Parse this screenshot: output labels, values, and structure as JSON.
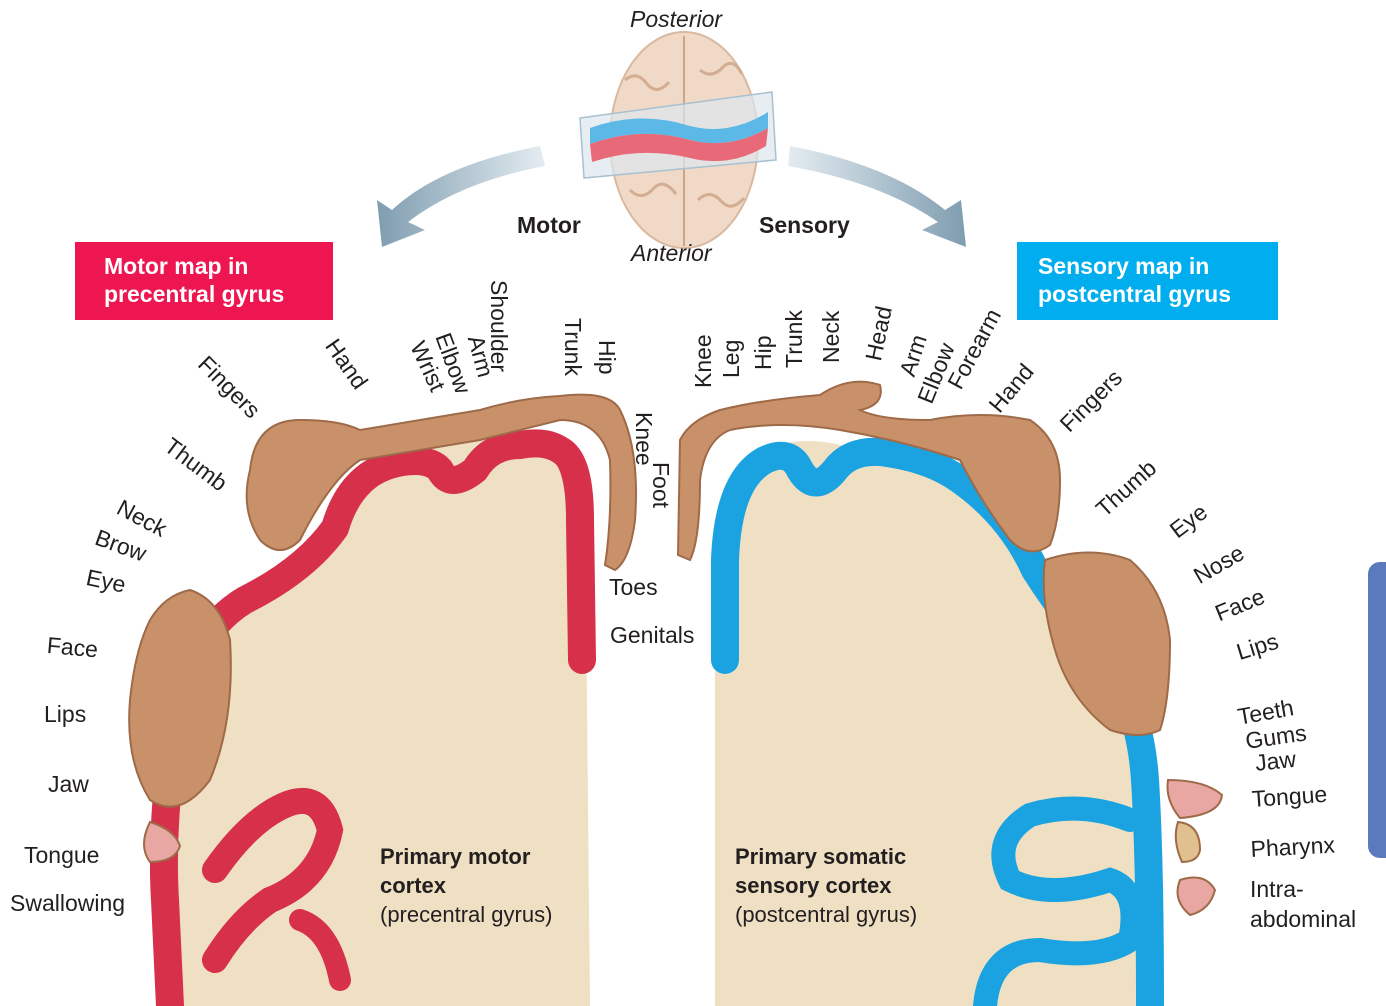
{
  "orientation": {
    "posterior": "Posterior",
    "anterior": "Anterior"
  },
  "arrows": {
    "motor": "Motor",
    "sensory": "Sensory"
  },
  "motor_box": {
    "line1": "Motor map in",
    "line2": "precentral gyrus",
    "color": "#ee1651"
  },
  "sensory_box": {
    "line1": "Sensory map in",
    "line2": "postcentral gyrus",
    "color": "#00aeef"
  },
  "motor_cortex": {
    "title1": "Primary motor",
    "title2": "cortex",
    "sub": "(precentral gyrus)",
    "color": "#d6304a"
  },
  "sensory_cortex": {
    "title1": "Primary somatic",
    "title2": "sensory cortex",
    "sub": "(postcentral gyrus)",
    "color": "#1aa3e0"
  },
  "motor_labels": [
    "Hip",
    "Trunk",
    "Shoulder",
    "Arm",
    "Elbow",
    "Wrist",
    "Hand",
    "Fingers",
    "Thumb",
    "Neck",
    "Brow",
    "Eye",
    "Face",
    "Lips",
    "Jaw",
    "Tongue",
    "Swallowing",
    "Knee",
    "Foot",
    "Toes"
  ],
  "sensory_labels": [
    "Genitals",
    "Knee",
    "Leg",
    "Hip",
    "Trunk",
    "Neck",
    "Head",
    "Arm",
    "Elbow",
    "Forearm",
    "Hand",
    "Fingers",
    "Thumb",
    "Eye",
    "Nose",
    "Face",
    "Lips",
    "Teeth",
    "Gums",
    "Jaw",
    "Tongue",
    "Pharynx",
    "Intra-",
    "abdominal"
  ],
  "colors": {
    "brain_tissue": "#efe0c3",
    "skin": "#c9916a",
    "arrow": "#8ba7b7",
    "side_tab": "#5b79bd"
  }
}
